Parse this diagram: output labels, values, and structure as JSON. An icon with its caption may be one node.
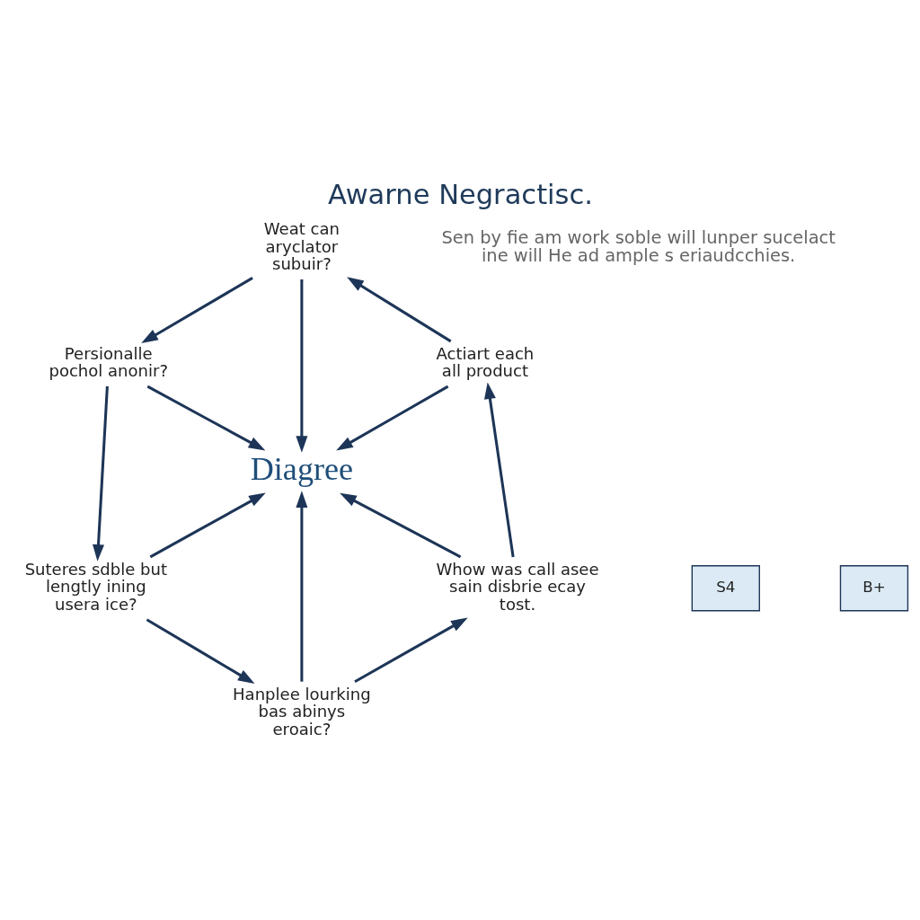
{
  "diagram": {
    "title": "Awarne Negractisc.",
    "caption": "Sen by fie am work soble will lunper sucelact ine will He ad ample s eriaudcchies.",
    "nodes": [
      {
        "text": [
          "Diagree"
        ]
      },
      {
        "text": [
          "Weat can aryclator subuir?"
        ]
      },
      {
        "text": [
          "Persionalle pochol anonir?"
        ]
      },
      {
        "text": [
          "Suteres sdble but lengtly ining usera ice?"
        ]
      },
      {
        "text": [
          "Hanplee lourking bas abinys eroaic?"
        ]
      },
      {
        "text": [
          "Whow was call asee sain disbrie ecay tost."
        ]
      },
      {
        "text": [
          "Actiart each all product"
        ]
      }
    ],
    "edges": [
      {
        "from": 6,
        "to": 1,
        "arrow": "to"
      },
      {
        "from": 1,
        "to": 2,
        "arrow": "to"
      },
      {
        "from": 1,
        "to": 0,
        "arrow": "to"
      },
      {
        "from": 6,
        "to": 0,
        "arrow": "to"
      },
      {
        "from": 2,
        "to": 0,
        "arrow": "to"
      },
      {
        "from": 2,
        "to": 3,
        "arrow": "to"
      },
      {
        "from": 5,
        "to": 0,
        "arrow": "to"
      },
      {
        "from": 3,
        "to": 0,
        "arrow": "to"
      },
      {
        "from": 4,
        "to": 0,
        "arrow": "to"
      },
      {
        "from": 5,
        "to": 6,
        "arrow": "to"
      },
      {
        "from": 4,
        "to": 5,
        "arrow": "to"
      },
      {
        "from": 3,
        "to": 4,
        "arrow": "to"
      }
    ],
    "labels": [
      "S4",
      "B+"
    ]
  }
}
